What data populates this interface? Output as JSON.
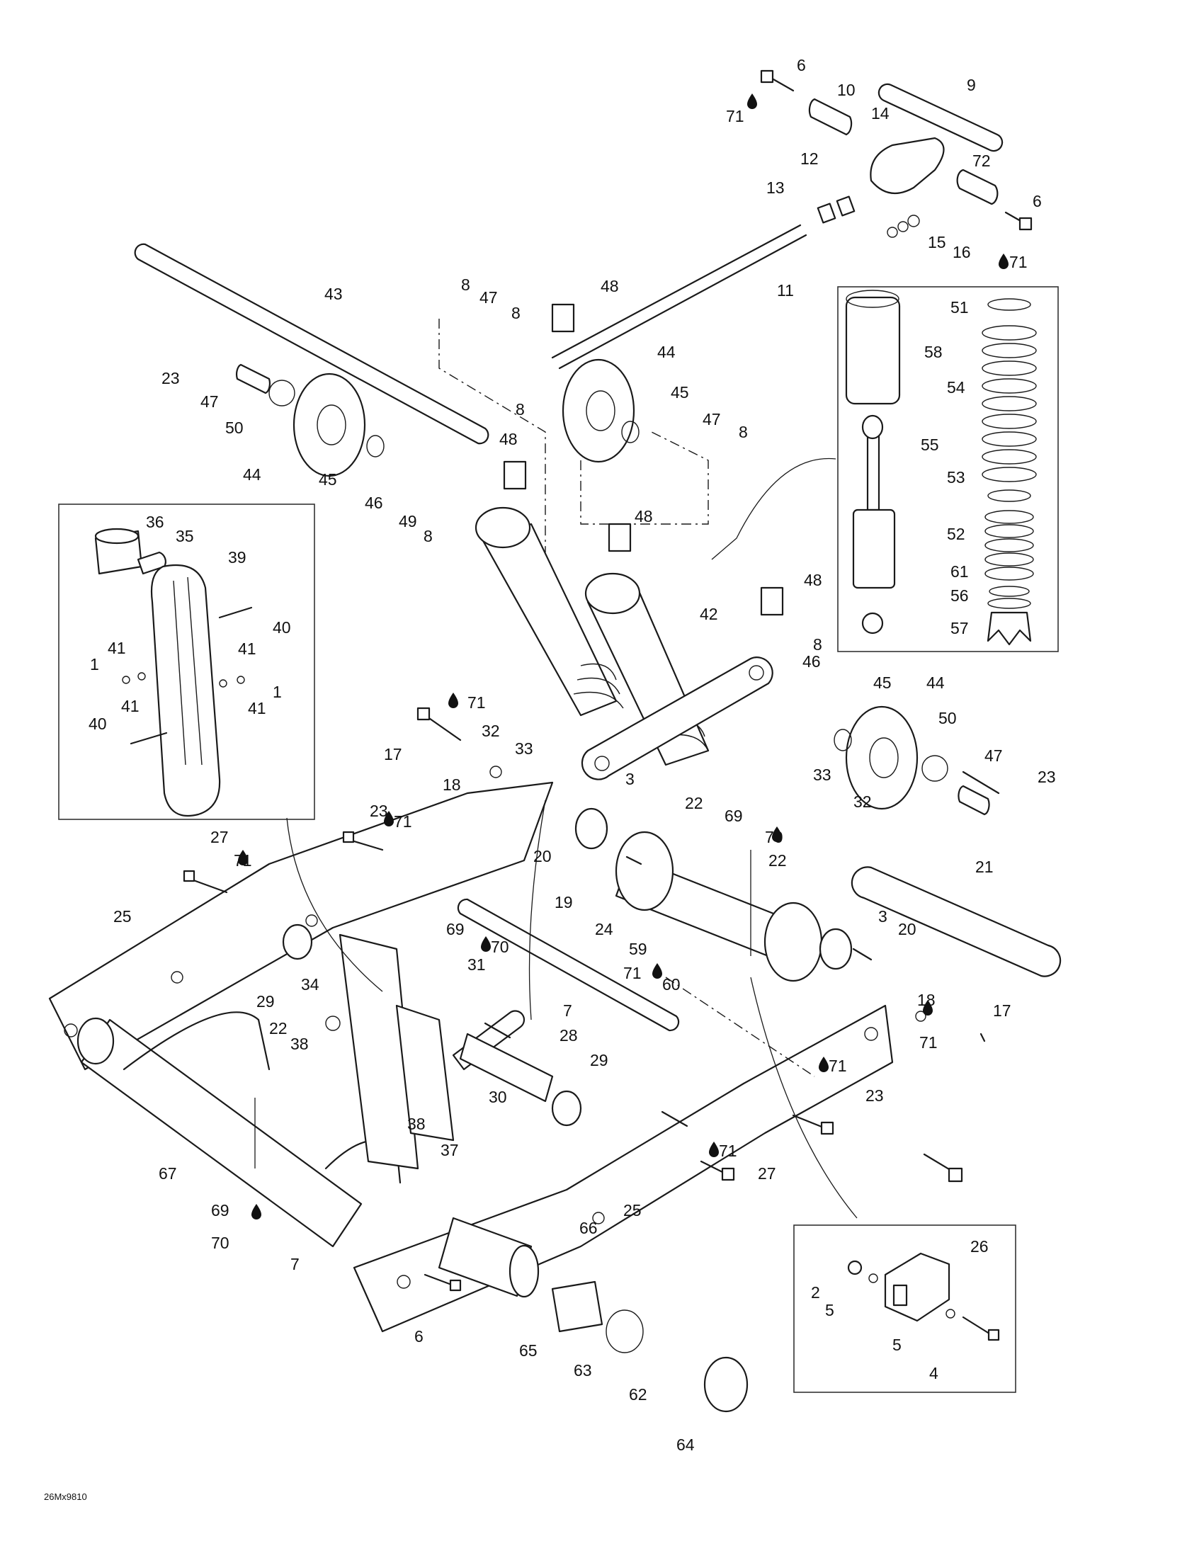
{
  "drawing_ref": "26Mx9810",
  "callouts": [
    "1",
    "2",
    "3",
    "4",
    "5",
    "6",
    "7",
    "8",
    "9",
    "10",
    "11",
    "12",
    "13",
    "14",
    "15",
    "16",
    "17",
    "18",
    "19",
    "20",
    "21",
    "22",
    "23",
    "24",
    "25",
    "26",
    "27",
    "28",
    "29",
    "30",
    "31",
    "32",
    "33",
    "34",
    "35",
    "36",
    "37",
    "38",
    "39",
    "40",
    "41",
    "42",
    "43",
    "44",
    "45",
    "46",
    "47",
    "48",
    "49",
    "50",
    "51",
    "52",
    "53",
    "54",
    "55",
    "56",
    "57",
    "58",
    "59",
    "60",
    "61",
    "62",
    "63",
    "64",
    "65",
    "66",
    "67",
    "69",
    "70",
    "71",
    "72"
  ]
}
